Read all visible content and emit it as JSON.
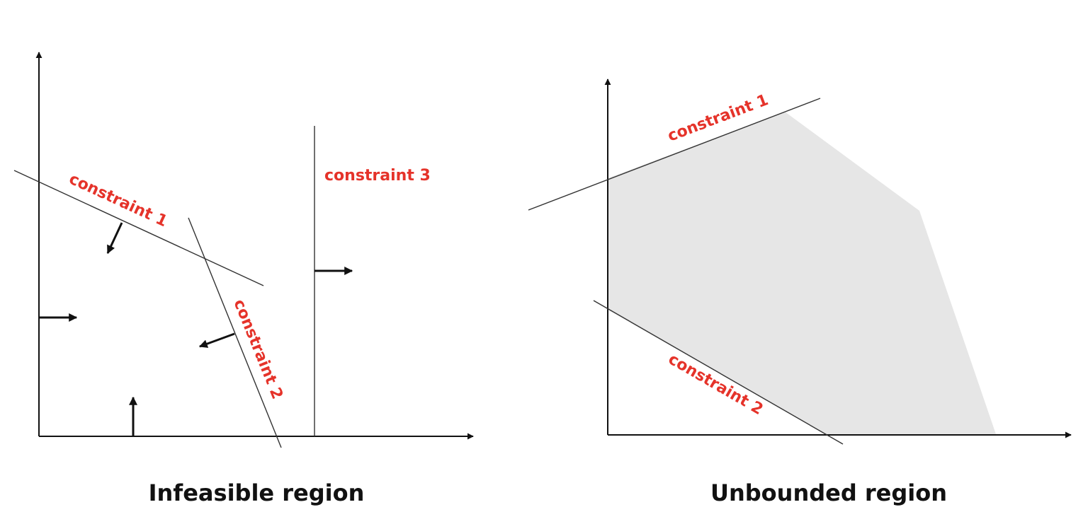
{
  "colors": {
    "label": "#e5332a",
    "feasible_fill": "#e6e6e6",
    "ink": "#111111"
  },
  "left_panel": {
    "caption": "Infeasible region",
    "constraint_1": "constraint 1",
    "constraint_2": "constraint 2",
    "constraint_3": "constraint 3"
  },
  "right_panel": {
    "caption": "Unbounded region",
    "constraint_1": "constraint 1",
    "constraint_2": "constraint 2"
  }
}
